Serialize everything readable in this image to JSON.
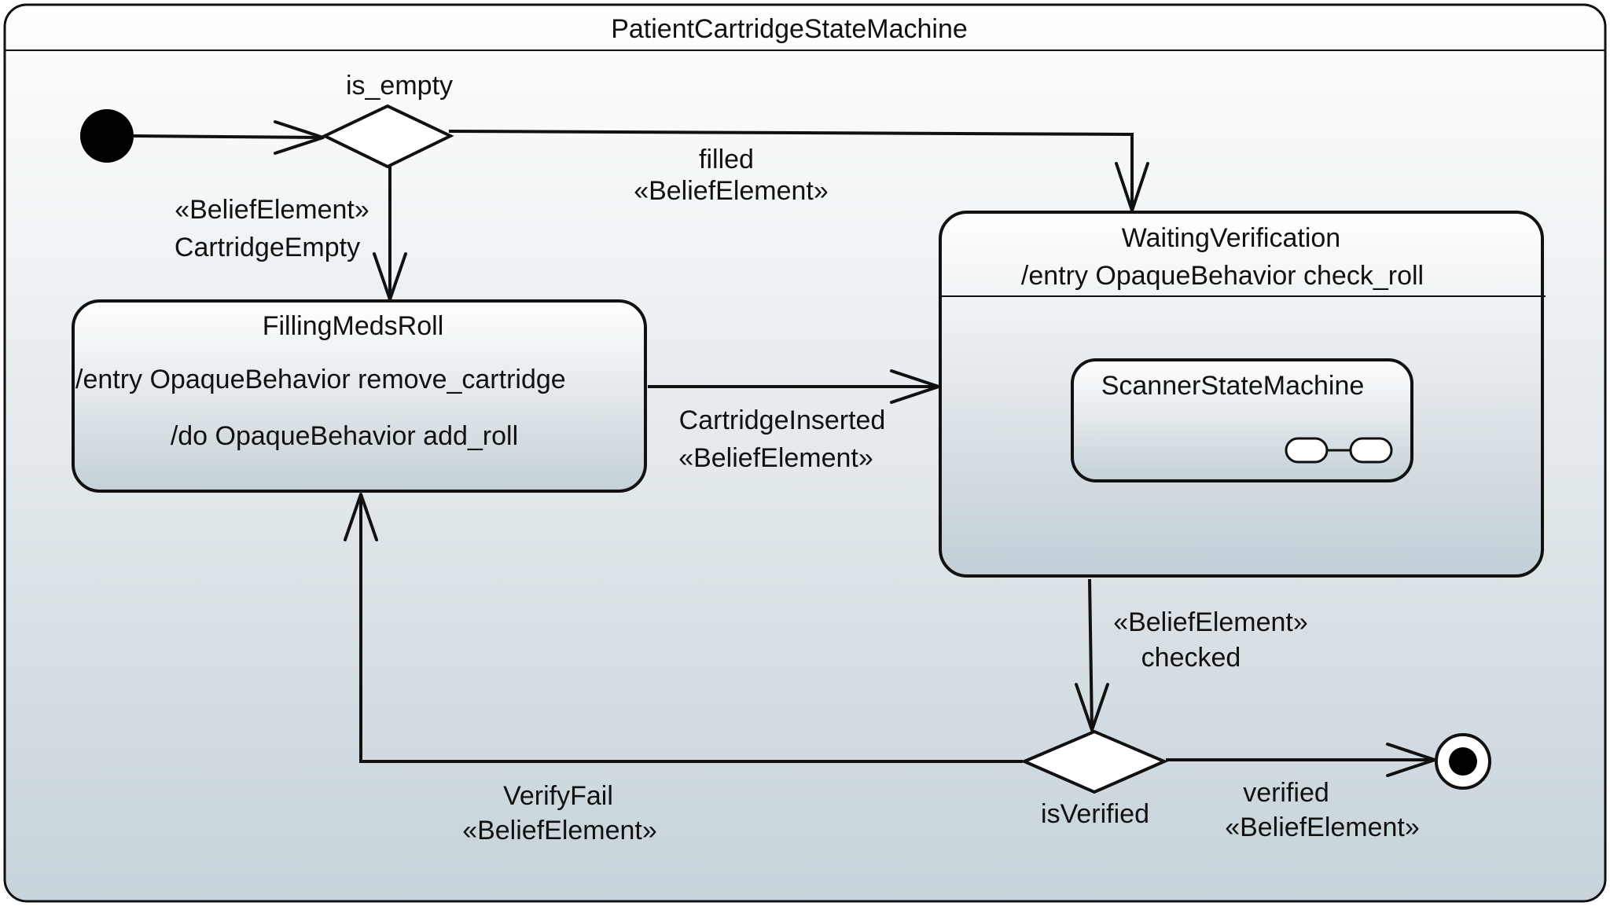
{
  "diagram": {
    "title": "PatientCartridgeStateMachine",
    "states": {
      "filling": {
        "name": "FillingMedsRoll",
        "entry": "/entry OpaqueBehavior remove_cartridge",
        "do": "/do OpaqueBehavior add_roll"
      },
      "waiting": {
        "name": "WaitingVerification",
        "entry": "/entry OpaqueBehavior check_roll",
        "submachine": "ScannerStateMachine"
      }
    },
    "decisions": {
      "is_empty": "is_empty",
      "is_verified": "isVerified"
    },
    "transitions": {
      "cartridge_empty": {
        "stereotype": "«BeliefElement»",
        "name": "CartridgeEmpty"
      },
      "filled": {
        "name": "filled",
        "stereotype": "«BeliefElement»"
      },
      "cartridge_inserted": {
        "name": "CartridgeInserted",
        "stereotype": "«BeliefElement»"
      },
      "checked": {
        "stereotype": "«BeliefElement»",
        "name": "checked"
      },
      "verify_fail": {
        "name": "VerifyFail",
        "stereotype": "«BeliefElement»"
      },
      "verified": {
        "name": "verified",
        "stereotype": "«BeliefElement»"
      }
    }
  }
}
